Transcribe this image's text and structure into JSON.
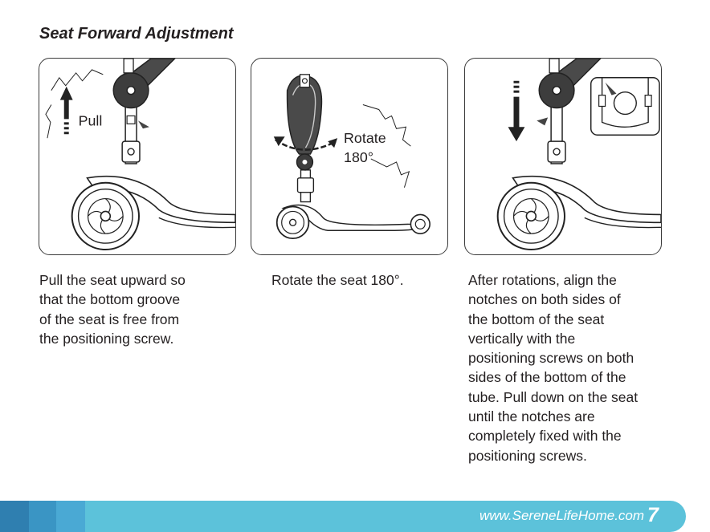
{
  "title": "Seat Forward Adjustment",
  "panels": [
    {
      "label": "Pull"
    },
    {
      "label_line1": "Rotate",
      "label_line2": "180°"
    },
    {}
  ],
  "captions": [
    [
      "Pull the seat upward so",
      "that the bottom groove",
      "of the seat is free from",
      "the positioning screw."
    ],
    [
      "Rotate the seat 180°."
    ],
    [
      "After rotations, align the",
      "notches on both sides of",
      "the bottom of the seat",
      "vertically with the",
      "positioning screws on both",
      "sides of the bottom of the",
      "tube. Pull down on the seat",
      "until the notches are",
      "completely fixed with the",
      "positioning screws."
    ]
  ],
  "footer": {
    "url": "www.SereneLifeHome.com",
    "page": "7"
  },
  "colors": {
    "footer_bar": "#5cc2da",
    "footer_dark": "#2f7fb0",
    "footer_mid": "#3a95c4",
    "footer_light": "#4aa9d4",
    "text": "#231f20"
  },
  "icons": [
    "up-arrow-icon",
    "down-arrow-icon",
    "rotate-arrow-icon",
    "motion-lines-icon"
  ]
}
